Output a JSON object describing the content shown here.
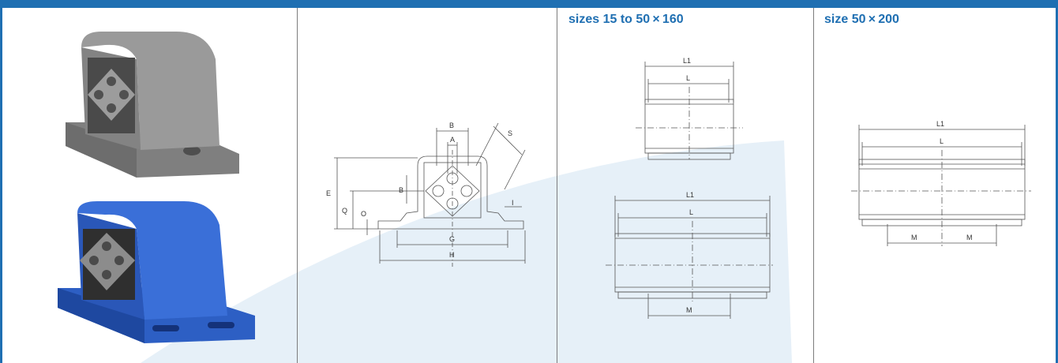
{
  "headings": {
    "col3": "sizes 15 to 50 × 160",
    "col4": "size 50 × 200"
  },
  "front_view": {
    "labels": {
      "B": "B",
      "A": "A",
      "S": "S",
      "E": "E",
      "B2": "B",
      "Q": "Q",
      "O": "O",
      "I": "I",
      "G": "G",
      "H": "H"
    }
  },
  "side_view_small": {
    "L1": "L1",
    "L": "L"
  },
  "side_view_large": {
    "L1": "L1",
    "L": "L",
    "M": "M"
  },
  "side_view_200": {
    "L1": "L1",
    "L": "L",
    "M_left": "M",
    "M_right": "M"
  },
  "colors": {
    "accent": "#1f6fb2",
    "swoosh": "#e6f0f8",
    "grey_part": "#8f8f8f",
    "blue_part": "#2d5fc4"
  }
}
